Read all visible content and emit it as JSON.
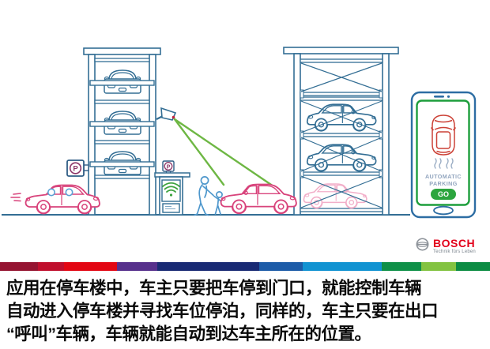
{
  "scene": {
    "left_tower_sign_label": "P",
    "kiosk_sign_label": "P"
  },
  "phone": {
    "app_label_line1": "AUTOMATIC",
    "app_label_line2": "PARKING",
    "go_label": "GO"
  },
  "brand": {
    "name": "BOSCH",
    "tagline": "Technik fürs Leben"
  },
  "caption": {
    "lines": [
      "应用在停车楼中，车主只要把车停到门口，就能控制车辆",
      "自动进入停车楼并寻找车位停泊，同样的，车主只要在出口",
      "“呼叫”车辆，车辆就能自动到达车主所在的位置。"
    ]
  },
  "stripe": {
    "segments": [
      {
        "width": 48,
        "color": "#951431"
      },
      {
        "width": 33,
        "color": "#C00F2D"
      },
      {
        "width": 67,
        "color": "#E30613"
      },
      {
        "width": 51,
        "color": "#57308C"
      },
      {
        "width": 129,
        "color": "#192A74"
      },
      {
        "width": 55,
        "color": "#1D5CA8"
      },
      {
        "width": 100,
        "color": "#1193D2"
      },
      {
        "width": 50,
        "color": "#0F9048"
      },
      {
        "width": 44,
        "color": "#83C341"
      },
      {
        "width": 43,
        "color": "#0C8C43"
      }
    ]
  },
  "colors": {
    "structure_blue": "#336E94",
    "car_pink": "#D8437B",
    "car_pink_faded": "#F2AFC9",
    "beam_green": "#6EB744",
    "wifi_green": "#3DA23E",
    "go_green": "#2CA53E",
    "screen_green": "#1D9E3C",
    "phone_app_car_red": "#CC4136",
    "bosch_red": "#E2001A",
    "sign_maroon": "#8C3568",
    "person_blue": "#4E97CC"
  }
}
